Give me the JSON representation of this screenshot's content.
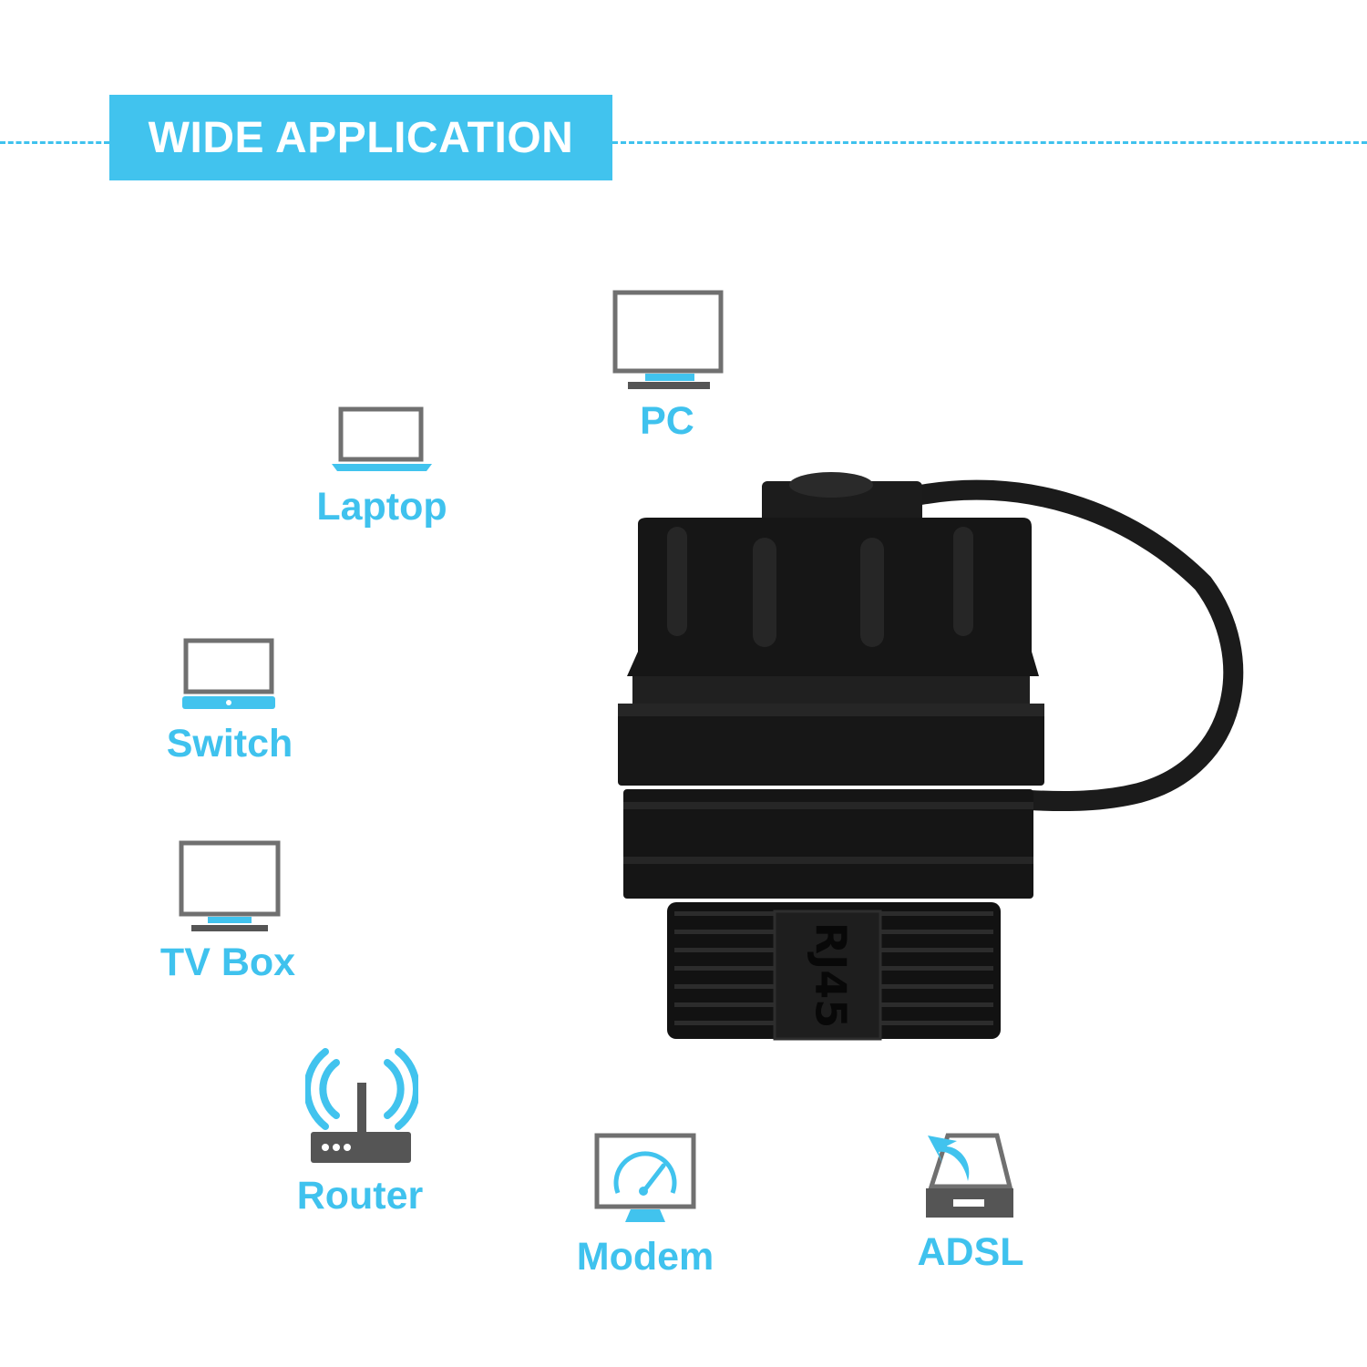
{
  "banner": {
    "title": "WIDE APPLICATION"
  },
  "applications": [
    {
      "label": "PC",
      "icon": "monitor-icon"
    },
    {
      "label": "Laptop",
      "icon": "laptop-icon"
    },
    {
      "label": "Switch",
      "icon": "switch-icon"
    },
    {
      "label": "TV Box",
      "icon": "tv-icon"
    },
    {
      "label": "Router",
      "icon": "router-icon"
    },
    {
      "label": "Modem",
      "icon": "speedometer-monitor-icon"
    },
    {
      "label": "ADSL",
      "icon": "drive-upload-icon"
    }
  ],
  "product": {
    "marking": "RJ45"
  },
  "colors": {
    "accent": "#41c3ee",
    "icon_gray": "#707070",
    "product": "#151515"
  }
}
